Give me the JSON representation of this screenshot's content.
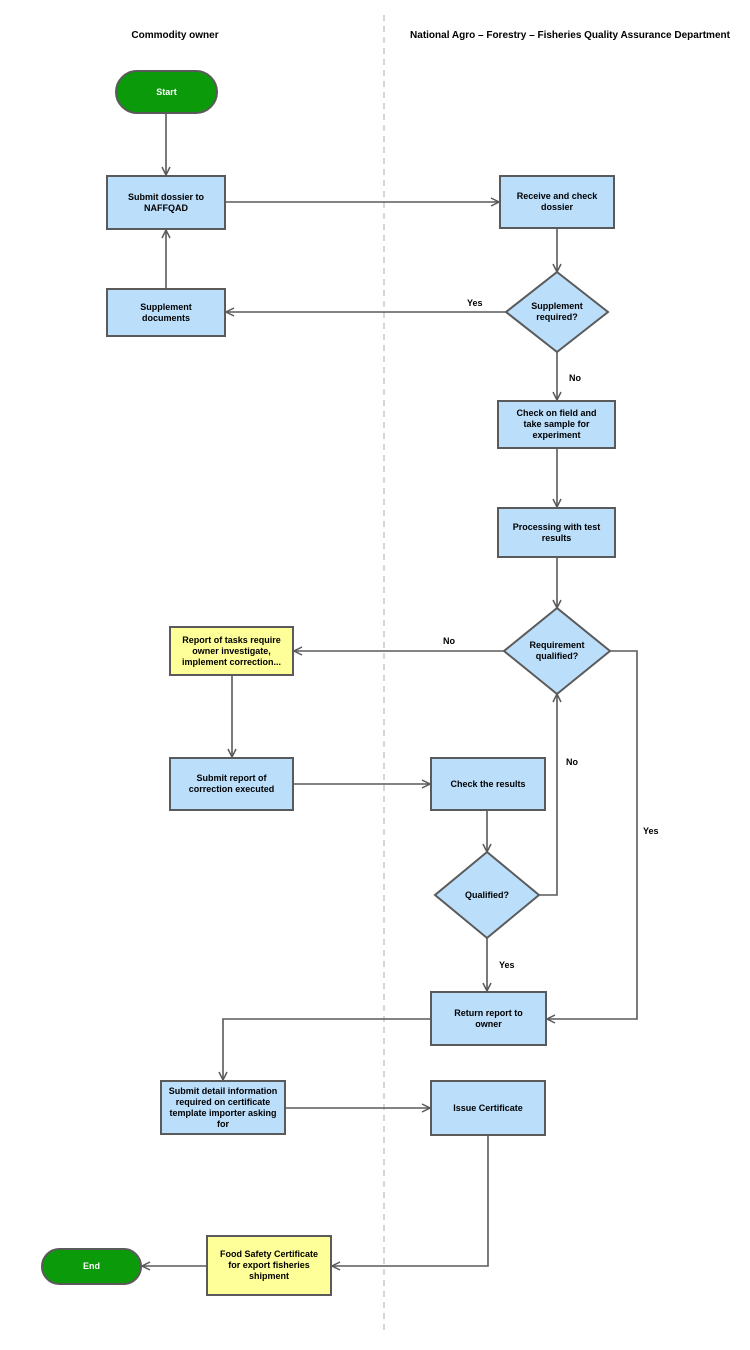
{
  "lanes": {
    "owner": "Commodity owner",
    "department": "National Agro – Forestry – Fisheries Quality Assurance Department"
  },
  "nodes": {
    "start": "Start",
    "submit_dossier": "Submit dossier to NAFFQAD",
    "receive_check": "Receive and check dossier",
    "supplement_required": "Supplement required?",
    "supplement_documents": "Supplement documents",
    "check_field": "Check on field and take sample for experiment",
    "processing": "Processing with test results",
    "requirement_qualified": "Requirement qualified?",
    "report_tasks": "Report of tasks require owner investigate, implement correction...",
    "submit_report": "Submit report of correction executed",
    "check_results": "Check the results",
    "qualified": "Qualified?",
    "return_report": "Return report to owner",
    "submit_detail": "Submit detail information required on certificate template importer asking for",
    "issue_certificate": "Issue Certificate",
    "food_safety_certificate": "Food Safety Certificate for export fisheries shipment",
    "end": "End"
  },
  "edge_labels": {
    "supplement_yes": "Yes",
    "supplement_no": "No",
    "requirement_no": "No",
    "requirement_yes": "Yes",
    "qualified_no": "No",
    "qualified_yes": "Yes"
  },
  "colors": {
    "process_fill": "#bbdefb",
    "note_fill": "#ffff99",
    "terminal_fill": "#0a9a0a",
    "stroke": "#5a5a5a"
  }
}
